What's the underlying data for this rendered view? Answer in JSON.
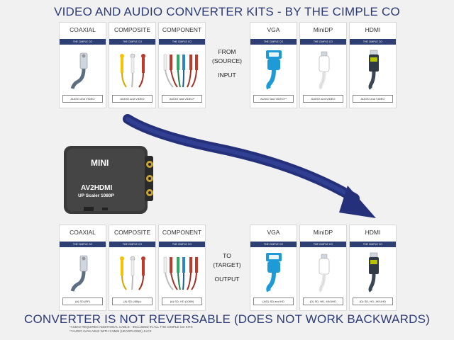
{
  "title": "VIDEO AND AUDIO CONVERTER KITS - BY THE CIMPLE CO",
  "bottom_title": "CONVERTER IS NOT REVERSABLE (DOES NOT WORK BACKWARDS)",
  "footnotes": [
    "*AUDIO REQUIRES ADDITIONAL CABLE - INCLUDED IN ALL THE CIMPLE CO KITS",
    "**AUDIO AVAILABLE WITH 3.5mm (HEADPHONE) JACK"
  ],
  "source_side": {
    "line1": "FROM",
    "line2": "(SOURCE)",
    "line3": "INPUT"
  },
  "target_side": {
    "line1": "TO",
    "line2": "(TARGET)",
    "line3": "OUTPUT"
  },
  "band_text": "THE CIMPLE CO",
  "device": {
    "brand": "MINI",
    "model": "AV2HDMI",
    "subtitle": "UP Scaler 1080P"
  },
  "top_cards": [
    {
      "label": "COAXIAL",
      "caption": "AUDIO and VIDEO",
      "icon": "coaxial-cable-icon"
    },
    {
      "label": "COMPOSITE",
      "caption": "AUDIO and VIDEO",
      "icon": "composite-cable-icon"
    },
    {
      "label": "COMPONENT",
      "caption": "AUDIO and VIDEO*",
      "icon": "component-cable-icon"
    },
    {
      "label": "VGA",
      "caption": "AUDIO and VIDEO**",
      "icon": "vga-cable-icon"
    },
    {
      "label": "MiniDP",
      "caption": "AUDIO and VIDEO",
      "icon": "minidp-cable-icon"
    },
    {
      "label": "HDMI",
      "caption": "AUDIO and VIDEO",
      "icon": "hdmi-cable-icon"
    }
  ],
  "bottom_cards": [
    {
      "label": "COAXIAL",
      "caption": "(A) SD (RF)",
      "icon": "coaxial-cable-icon"
    },
    {
      "label": "COMPOSITE",
      "caption": "(A) SD (480p)",
      "icon": "composite-cable-icon"
    },
    {
      "label": "COMPONENT",
      "caption": "(A) SD, HD (1080i)",
      "icon": "component-cable-icon"
    },
    {
      "label": "VGA",
      "caption": "(A/D) SD and HD",
      "icon": "vga-cable-icon"
    },
    {
      "label": "MiniDP",
      "caption": "(D) SD, HD, 4K/UHD",
      "icon": "minidp-cable-icon"
    },
    {
      "label": "HDMI",
      "caption": "(D) SD, HD, 4K/UHD",
      "icon": "hdmi-cable-icon"
    }
  ],
  "colors": {
    "title": "#2b3a78",
    "band": "#2e3f73",
    "arrow": "#24307a",
    "vga": "#1e9ad6"
  }
}
